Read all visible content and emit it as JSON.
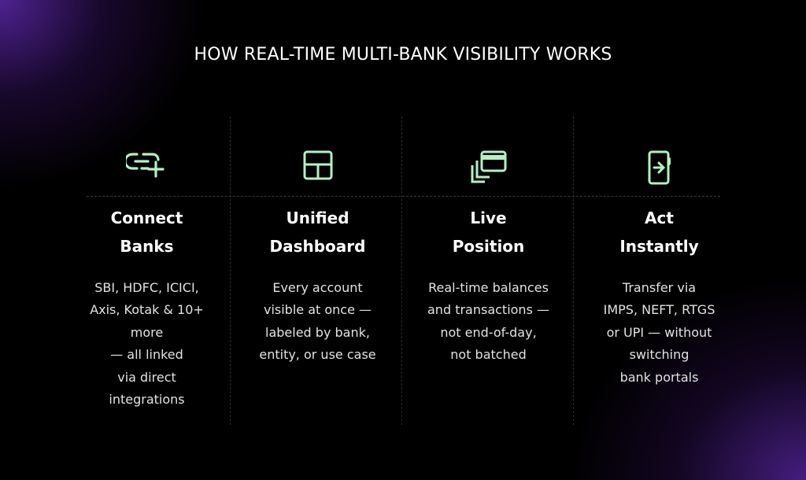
{
  "heading": "HOW REAL-TIME MULTI-BANK VISIBILITY WORKS",
  "accent_color": "#b4f0c4",
  "steps": [
    {
      "icon": "link-plus-icon",
      "title": [
        "Connect",
        "Banks"
      ],
      "desc": [
        "SBI, HDFC, ICICI,",
        "Axis, Kotak & 10+",
        "more",
        "— all linked",
        "via direct",
        "integrations"
      ]
    },
    {
      "icon": "dashboard-layout-icon",
      "title": [
        "Unified",
        "Dashboard"
      ],
      "desc": [
        "Every account",
        "visible at once —",
        "labeled by bank,",
        "entity, or use case"
      ]
    },
    {
      "icon": "stacked-windows-icon",
      "title": [
        "Live",
        "Position"
      ],
      "desc": [
        "Real-time balances",
        "and transactions —",
        "not end-of-day,",
        "not batched"
      ]
    },
    {
      "icon": "phone-transfer-icon",
      "title": [
        "Act",
        "Instantly"
      ],
      "desc": [
        "Transfer via",
        "IMPS, NEFT, RTGS",
        "or UPI — without",
        "switching",
        "bank portals"
      ]
    }
  ]
}
